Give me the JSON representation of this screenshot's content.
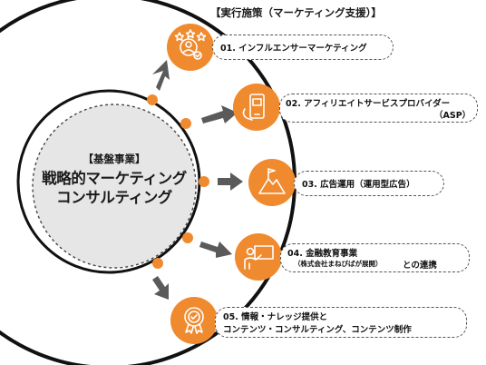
{
  "heading": "【実行施策（マーケティング支援）】",
  "core": {
    "tag": "【基盤事業】",
    "line1": "戦略的マーケティング",
    "line2": "コンサルティング"
  },
  "items": [
    {
      "label": "01. インフルエンサーマーケティング",
      "icon": "influencer-icon"
    },
    {
      "label_line1": "02. アフィリエイトサービスプロバイダー",
      "label_line2": "（ASP）",
      "icon": "smartphone-icon"
    },
    {
      "label": "03. 広告運用（運用型広告）",
      "icon": "mountain-flag-icon"
    },
    {
      "label_line1": "04. 金融教育事業",
      "label_line2a": "（株式会社まねびばが展開）",
      "label_line2b": "との連携",
      "icon": "teacher-icon"
    },
    {
      "label_line1": "05. 情報・ナレッジ提供と",
      "label_line2": "コンテンツ・コンサルティング、コンテンツ制作",
      "icon": "badge-icon"
    }
  ],
  "colors": {
    "accent": "#F08A2E",
    "ring": "#111111",
    "core_fill": "#E6E6E6",
    "arrow": "#5A5A5A"
  }
}
